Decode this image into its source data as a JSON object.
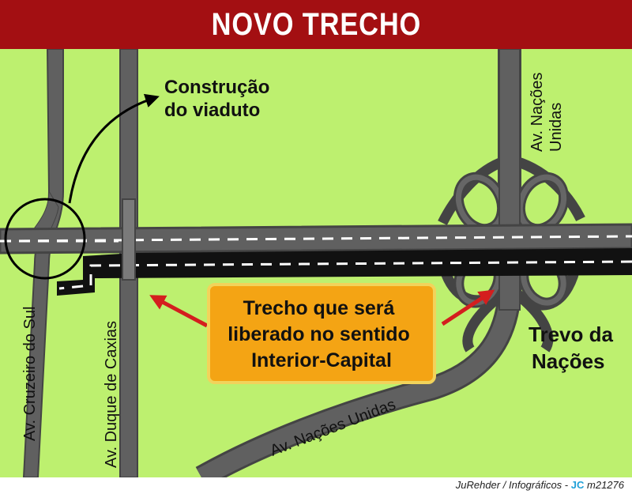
{
  "header": {
    "title": "NOVO TRECHO"
  },
  "labels": {
    "construcao_line1": "Construção",
    "construcao_line2": "do viaduto",
    "nacoes_vertical_line1": "Av. Nações",
    "nacoes_vertical_line2": "Unidas",
    "cruzeiro": "Av. Cruzeiro do Sul",
    "duque": "Av. Duque de Caxias",
    "nacoes_diagonal": "Av. Nações Unidas",
    "trevo_line1": "Trevo da",
    "trevo_line2": "Nações"
  },
  "callout": {
    "line1": "Trecho que será",
    "line2": "liberado no sentido",
    "line3": "Interior-Capital"
  },
  "footer": {
    "author": "JuRehder",
    "separator": "/",
    "section": "Infográficos -",
    "brand": "JC",
    "code": "m21276"
  },
  "colors": {
    "header_bg": "#a30f12",
    "grass": "#bdf06f",
    "road": "#5f5f5f",
    "road_edge": "#444444",
    "new_stretch": "#111111",
    "callout_fill": "#f4a414",
    "callout_border": "#f2d35b",
    "arrow_red": "#d41e1e"
  }
}
